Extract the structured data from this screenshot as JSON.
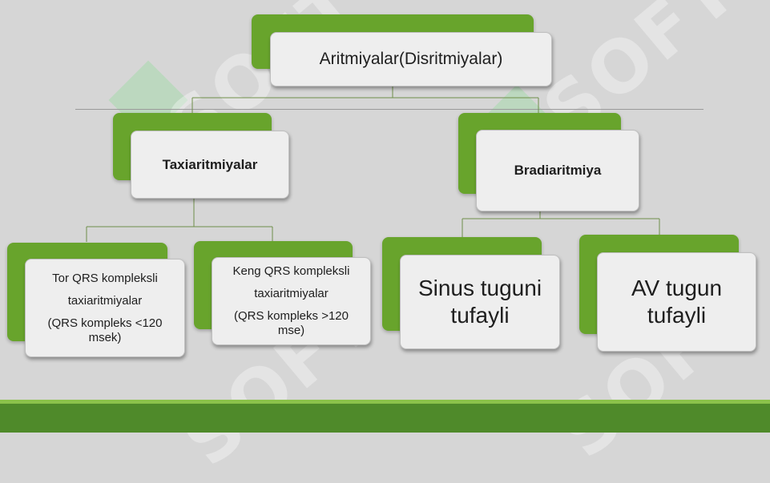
{
  "diagram": {
    "root": {
      "label": "Aritmiyalar(Disritmiyalar)"
    },
    "level1": [
      {
        "label": "Taxiaritmiyalar"
      },
      {
        "label": "Bradiaritmiya"
      }
    ],
    "level2": [
      {
        "lines": [
          "Tor QRS kompleksli",
          "taxiaritmiyalar",
          "(QRS kompleks <120",
          "msek)"
        ]
      },
      {
        "lines": [
          "Keng QRS kompleksli",
          "taxiaritmiyalar",
          "(QRS kompleks >120",
          "mse)"
        ]
      },
      {
        "lines": [
          "Sinus tuguni",
          "tufayli"
        ]
      },
      {
        "lines": [
          "AV tugun",
          "tufayli"
        ]
      }
    ]
  },
  "watermark": {
    "text": "SOFT"
  },
  "colors": {
    "background": "#d6d6d6",
    "accent_green": "#68a42c",
    "footer_green": "#4f8a2a",
    "box_fill": "#eeeeee"
  }
}
